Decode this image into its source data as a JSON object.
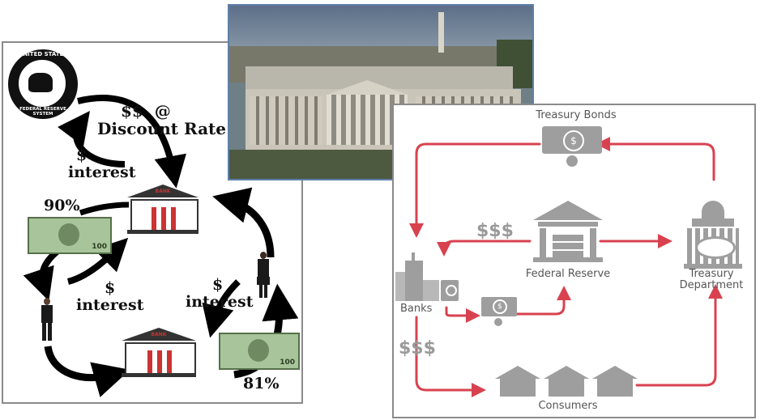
{
  "left_diagram": {
    "seal_top": "UNITED STATES",
    "seal_bottom": "FEDERAL RESERVE SYSTEM",
    "discount_symbols": "$$  @",
    "discount_rate": "Discount Rate",
    "interest_top_symbol": "$",
    "interest_top": "interest",
    "pct_top": "90%",
    "interest_mid_symbol": "$",
    "interest_mid": "interest",
    "interest_right_symbol": "$",
    "interest_right": "interest",
    "pct_bottom": "81%",
    "bank_sign_top": "BANK",
    "bank_sign_bottom": "BANK",
    "bill_value": "100"
  },
  "right_diagram": {
    "treasury_bonds": "Treasury Bonds",
    "federal_reserve": "Federal Reserve",
    "treasury_department_line1": "Treasury",
    "treasury_department_line2": "Department",
    "banks": "Banks",
    "consumers": "Consumers",
    "dollars_fed": "$$$",
    "dollars_banks": "$$$",
    "arrow_color": "#d8424f",
    "icon_color": "#9e9e9e"
  }
}
